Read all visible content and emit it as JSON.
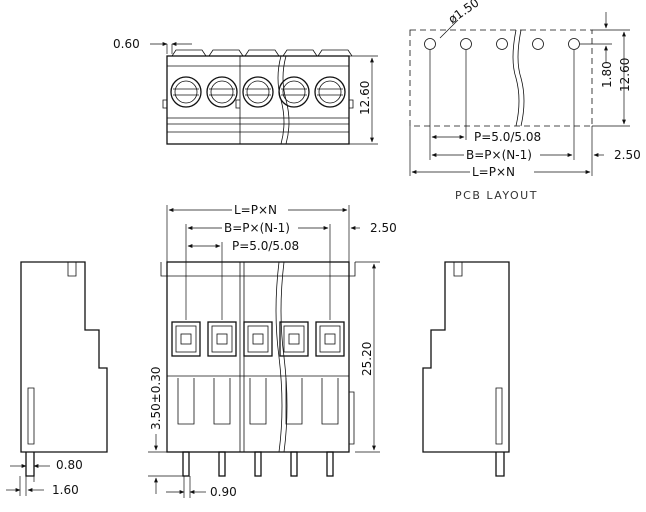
{
  "labels": {
    "pin_offset": "0.60",
    "top_height": "12.60",
    "hole_dia": "ø1.50",
    "row_offset": "1.80",
    "layout_height": "12.60",
    "pcb_pitch": "P=5.0/5.08",
    "pcb_span": "B=P×(N-1)",
    "pcb_end": "2.50",
    "pcb_length": "L=P×N",
    "pcb_caption": "PCB LAYOUT",
    "front_length": "L=P×N",
    "front_span": "B=P×(N-1)",
    "front_end": "2.50",
    "front_pitch": "P=5.0/5.08",
    "front_height": "25.20",
    "pin_length": "3.50±0.30",
    "pin_width": "0.80",
    "pin_tail": "1.60",
    "pin_gap": "0.90"
  }
}
